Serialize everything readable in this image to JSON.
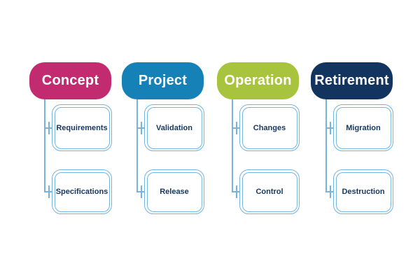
{
  "diagram": {
    "background_color": "#ffffff",
    "connector_color": "#74B4DF",
    "node_border_color": "#74B4DF",
    "node_label_color": "#17375E",
    "stage_label_color": "#ffffff",
    "columns": [
      {
        "title": "Concept",
        "color": "#C32B70",
        "children": [
          "Requirements",
          "Specifications"
        ]
      },
      {
        "title": "Project",
        "color": "#1581B6",
        "children": [
          "Validation",
          "Release"
        ]
      },
      {
        "title": "Operation",
        "color": "#A8C33D",
        "children": [
          "Changes",
          "Control"
        ]
      },
      {
        "title": "Retirement",
        "color": "#143460",
        "children": [
          "Migration",
          "Destruction"
        ]
      }
    ]
  }
}
